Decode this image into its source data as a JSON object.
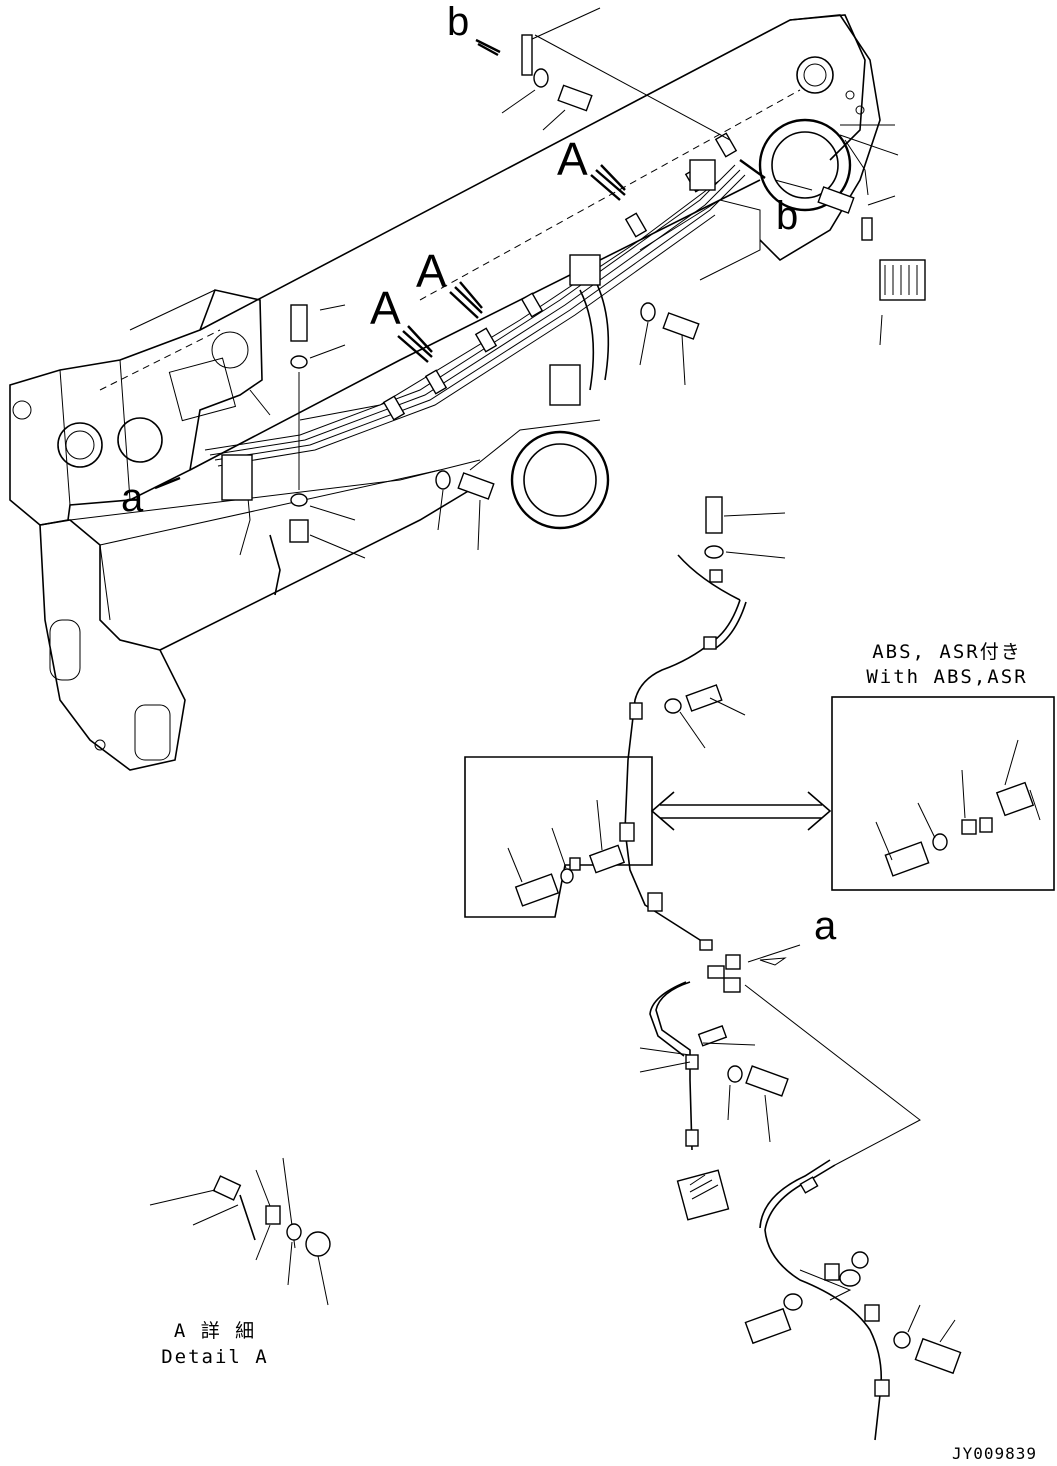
{
  "labels": {
    "A": "A",
    "a": "a",
    "b": "b"
  },
  "variant_box": {
    "title_jp": "ABS, ASR付き",
    "title_en": "With ABS,ASR"
  },
  "detail": {
    "title_jp": "A 詳 細",
    "title_en": "Detail A"
  },
  "drawing_code": "JY009839"
}
